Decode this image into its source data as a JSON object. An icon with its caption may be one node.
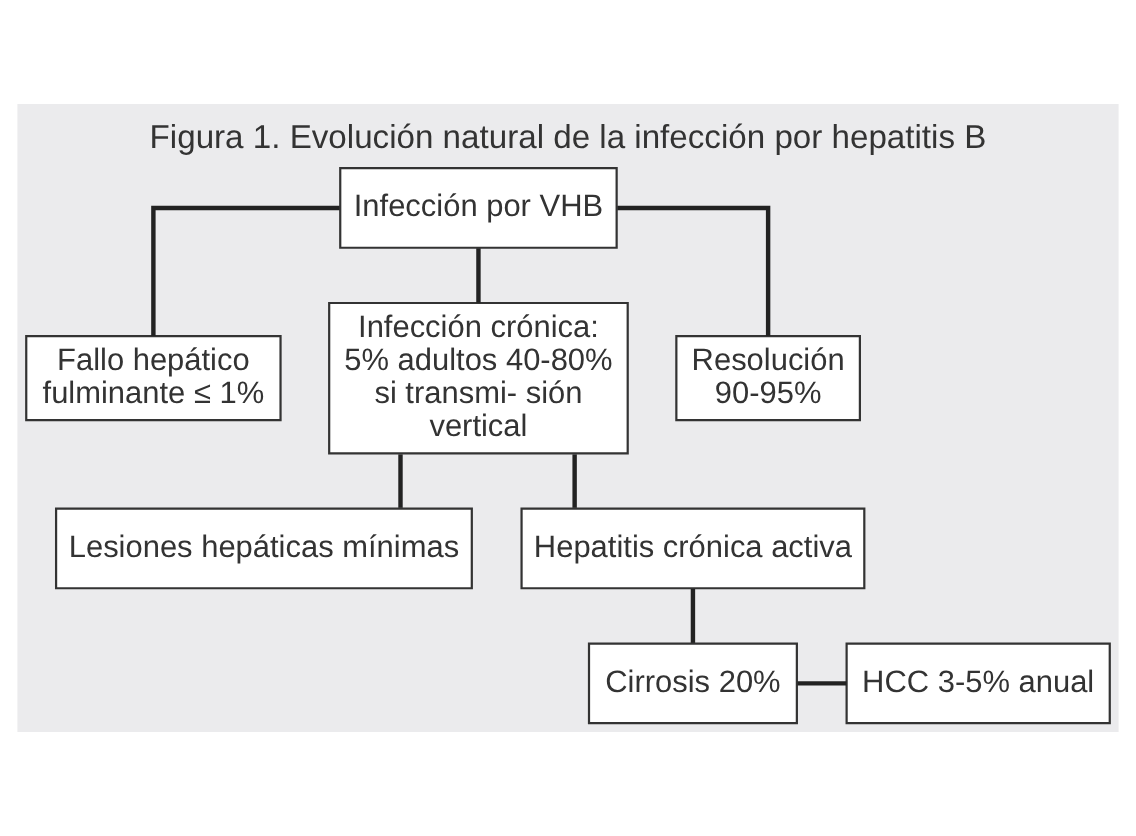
{
  "diagram": {
    "title": "Figura 1. Evolución natural de la infección por hepatitis B",
    "nodes": [
      {
        "text": [
          "Infección por VHB"
        ]
      },
      {
        "text": [
          "Fallo hepático fulminante ≤ 1%"
        ]
      },
      {
        "text": [
          "Infección crónica: 5% adultos 40-80% si transmi- sión vertical"
        ]
      },
      {
        "text": [
          "Resolución 90-95%"
        ]
      },
      {
        "text": [
          "Lesiones hepáticas mínimas"
        ]
      },
      {
        "text": [
          "Hepatitis crónica activa"
        ]
      },
      {
        "text": [
          "Cirrosis 20%"
        ]
      },
      {
        "text": [
          "HCC 3-5% anual"
        ]
      }
    ],
    "edges": [
      {
        "from": 0,
        "to": 1,
        "arrow": "none"
      },
      {
        "from": 0,
        "to": 2,
        "arrow": "none"
      },
      {
        "from": 0,
        "to": 3,
        "arrow": "none"
      },
      {
        "from": 2,
        "to": 4,
        "arrow": "none"
      },
      {
        "from": 2,
        "to": 5,
        "arrow": "none"
      },
      {
        "from": 5,
        "to": 6,
        "arrow": "none"
      },
      {
        "from": 6,
        "to": 7,
        "arrow": "none"
      }
    ]
  }
}
